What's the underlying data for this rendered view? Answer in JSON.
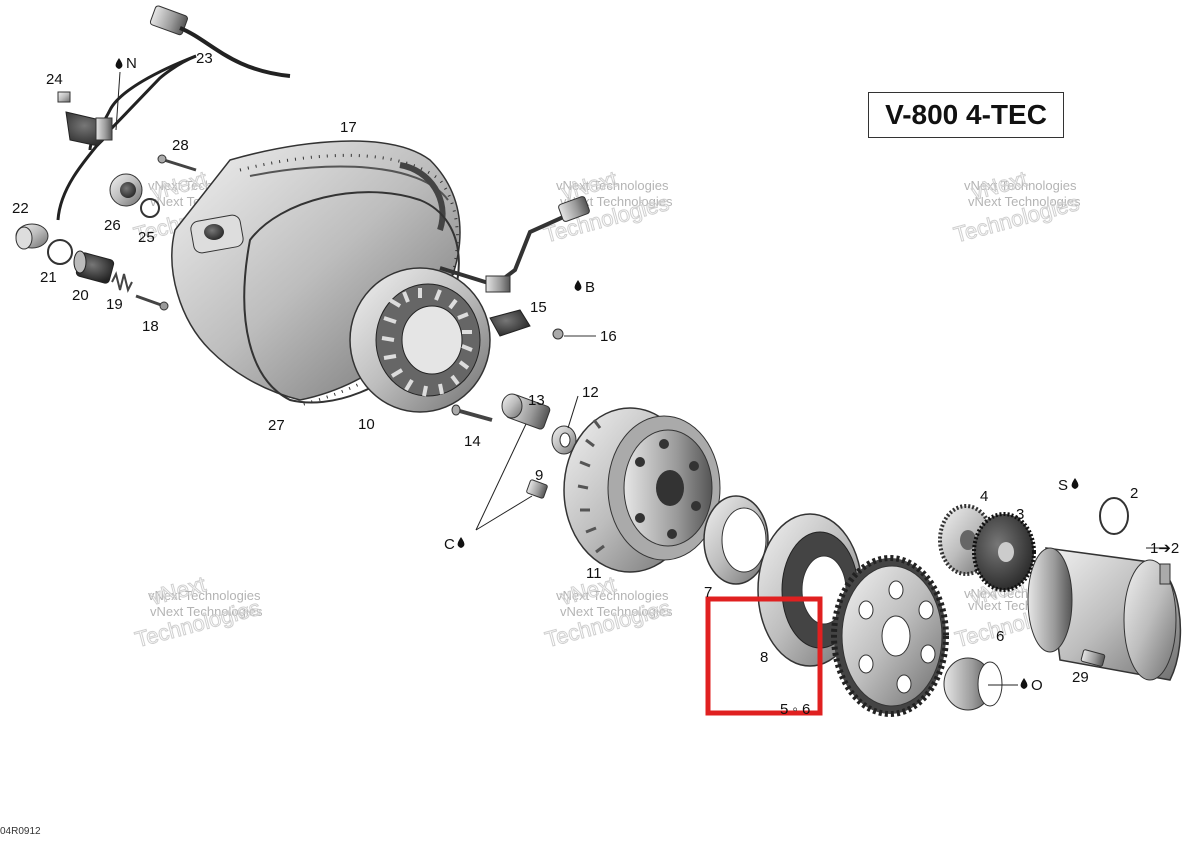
{
  "title": "V-800 4-TEC",
  "diagram_code": "04R0912",
  "watermark": {
    "line1": "vNext",
    "line2": "Technologies",
    "line3": "vNext Technologies"
  },
  "lube": {
    "N": "N",
    "B": "B",
    "C": "C",
    "S": "S",
    "O": "O"
  },
  "callouts": {
    "p1to2": "1➔2",
    "p2": "2",
    "p3": "3",
    "p4": "4",
    "p5to6": "5 ◦ 6",
    "p6": "6",
    "p7": "7",
    "p8": "8",
    "p9": "9",
    "p10": "10",
    "p11": "11",
    "p12": "12",
    "p13": "13",
    "p14": "14",
    "p15": "15",
    "p16": "16",
    "p17": "17",
    "p18": "18",
    "p19": "19",
    "p20": "20",
    "p21": "21",
    "p22": "22",
    "p23": "23",
    "p24": "24",
    "p25": "25",
    "p26": "26",
    "p27": "27",
    "p28": "28",
    "p29": "29"
  },
  "highlight_color": "#e02020"
}
